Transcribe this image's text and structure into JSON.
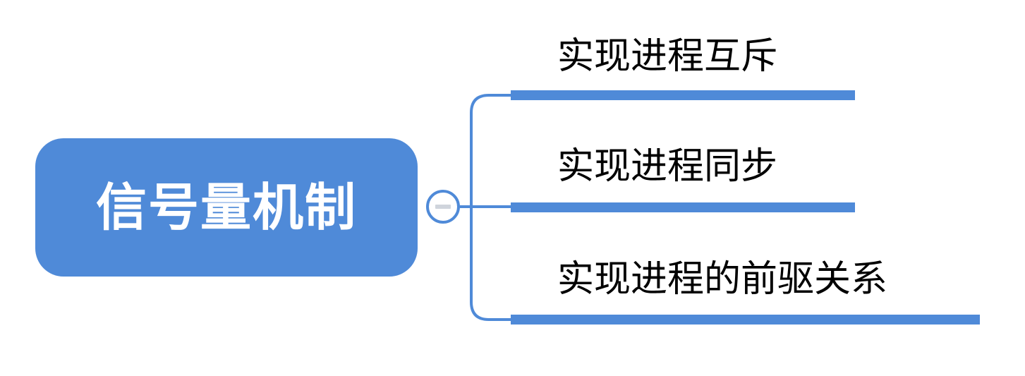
{
  "colors": {
    "accent": "#4f8ad8",
    "collapse_glyph": "#cfd4dc",
    "text": "#000000",
    "root_text": "#ffffff",
    "background": "#ffffff"
  },
  "root": {
    "label": "信号量机制"
  },
  "toggle": {
    "icon": "minus-icon"
  },
  "branches": [
    {
      "label": "实现进程互斥"
    },
    {
      "label": "实现进程同步"
    },
    {
      "label": "实现进程的前驱关系"
    }
  ]
}
